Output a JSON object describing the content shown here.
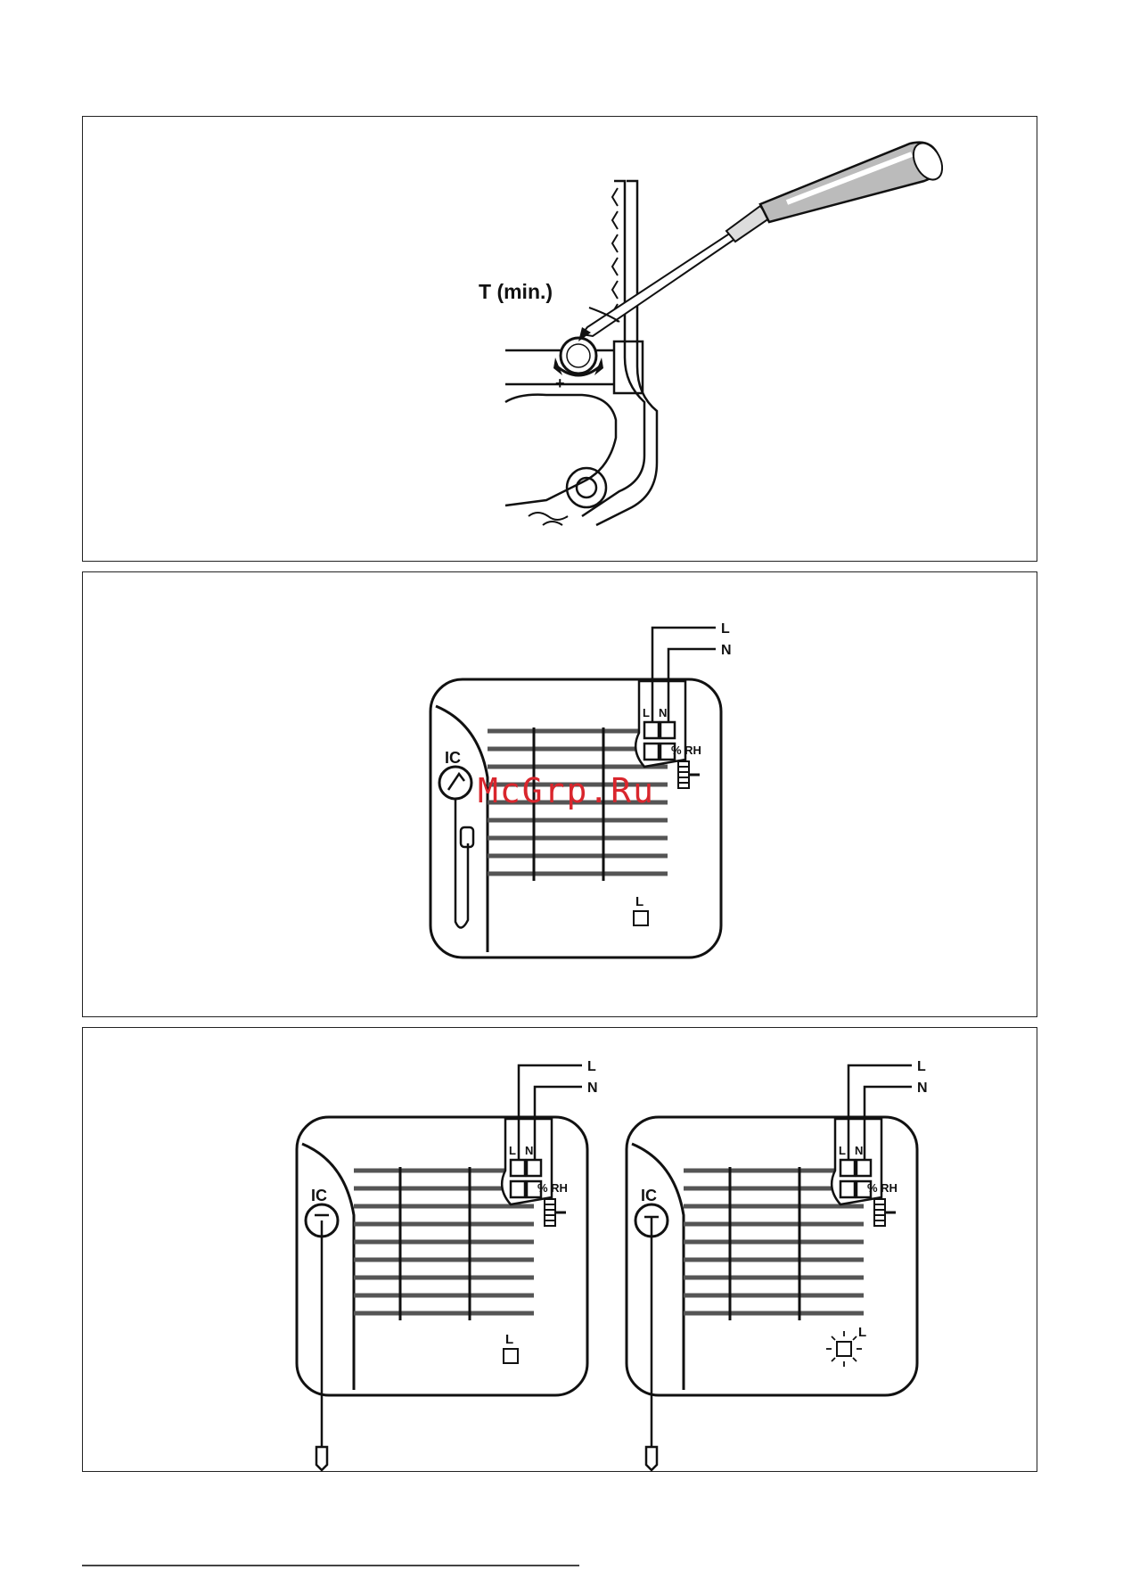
{
  "panel1": {
    "label_t_min": "T (min.)",
    "plus_sign": "+",
    "minus_sign": "–"
  },
  "panel2": {
    "wire_l": "L",
    "wire_n": "N",
    "terminal_l": "L",
    "terminal_n": "N",
    "ic_label": "IC",
    "rh_label": "% RH",
    "indicator_label": "L"
  },
  "panel3": {
    "left": {
      "wire_l": "L",
      "wire_n": "N",
      "terminal_l": "L",
      "terminal_n": "N",
      "ic_label": "IC",
      "rh_label": "% RH",
      "indicator_label": "L"
    },
    "right": {
      "wire_l": "L",
      "wire_n": "N",
      "terminal_l": "L",
      "terminal_n": "N",
      "ic_label": "IC",
      "rh_label": "% RH",
      "indicator_label": "L"
    }
  },
  "watermark": "McGrp.Ru",
  "colors": {
    "line": "#111111",
    "watermark": "#d9262d"
  }
}
